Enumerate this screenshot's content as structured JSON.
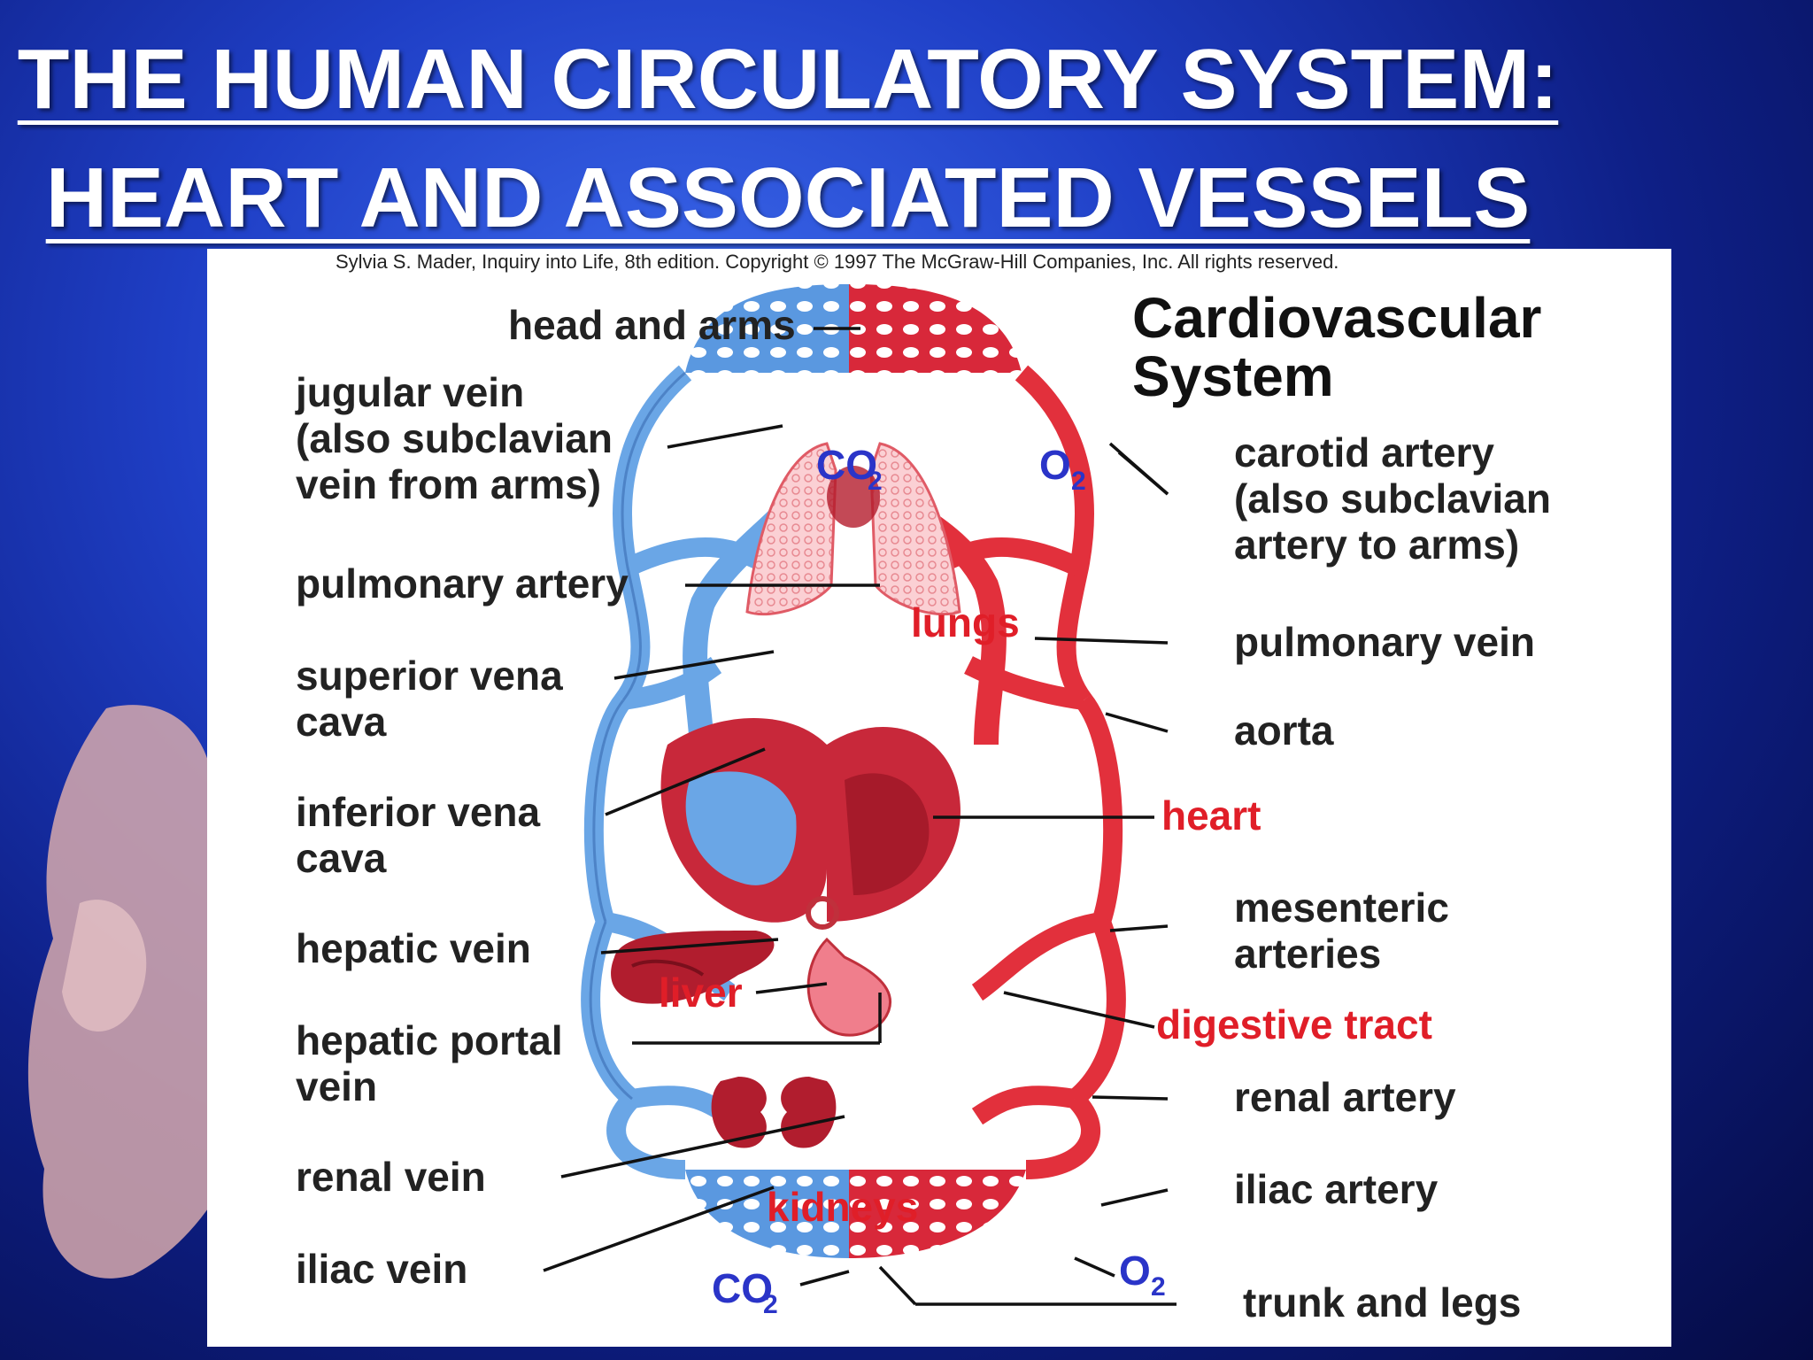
{
  "slide": {
    "title_line1": "THE HUMAN CIRCULATORY SYSTEM:",
    "title_line2": "HEART AND ASSOCIATED VESSELS"
  },
  "figure": {
    "credit": "Sylvia S. Mader, Inquiry into Life, 8th edition. Copyright © 1997 The McGraw-Hill Companies, Inc. All rights reserved.",
    "title_line1": "Cardiovascular",
    "title_line2": "System",
    "labels_left": {
      "head_and_arms": "head and arms",
      "jugular_1": "jugular vein",
      "jugular_2": "(also subclavian",
      "jugular_3": "vein from arms)",
      "pulmonary_artery": "pulmonary artery",
      "svc_1": "superior vena",
      "svc_2": "cava",
      "ivc_1": "inferior vena",
      "ivc_2": "cava",
      "hepatic_vein": "hepatic vein",
      "hepatic_portal_1": "hepatic portal",
      "hepatic_portal_2": "vein",
      "renal_vein": "renal vein",
      "iliac_vein": "iliac vein"
    },
    "labels_right": {
      "carotid_1": "carotid artery",
      "carotid_2": "(also subclavian",
      "carotid_3": "artery to arms)",
      "pulmonary_vein": "pulmonary vein",
      "aorta": "aorta",
      "mesenteric_1": "mesenteric",
      "mesenteric_2": "arteries",
      "renal_artery": "renal artery",
      "iliac_artery": "iliac artery",
      "trunk_and_legs": "trunk and legs"
    },
    "organ_labels": {
      "lungs": "lungs",
      "heart": "heart",
      "liver": "liver",
      "digestive_tract": "digestive tract",
      "kidneys": "kidneys"
    },
    "gas_labels": {
      "co2": "CO",
      "o2": "O",
      "subscript": "2"
    },
    "colors": {
      "artery": "#e2303c",
      "vein": "#6aa6e6",
      "label_red": "#e01e28",
      "label_blue": "#2a34c8"
    }
  }
}
